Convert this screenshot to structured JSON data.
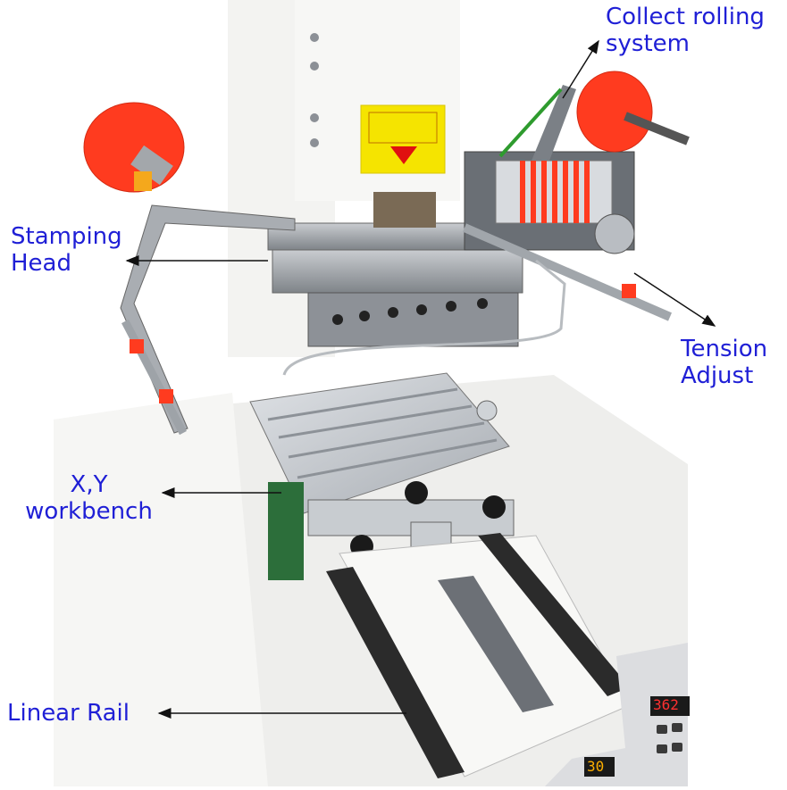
{
  "labels": {
    "collect_line1": "Collect rolling",
    "collect_line2": "system",
    "stamping_line1": "Stamping",
    "stamping_line2": "Head",
    "tension_line1": "Tension",
    "tension_line2": "Adjust",
    "xy_line1": "X,Y",
    "xy_line2": "workbench",
    "linear_rail": "Linear Rail"
  },
  "panel": {
    "readout_top": "362",
    "readout_bottom": "30"
  },
  "colors": {
    "label_text": "#1f1fd6",
    "arrow": "#111111",
    "roller_red": "#ff3b1f",
    "machine_white": "#f2f2f0",
    "metal_grey": "#9a9ea3",
    "warning_yellow": "#f5e400"
  }
}
